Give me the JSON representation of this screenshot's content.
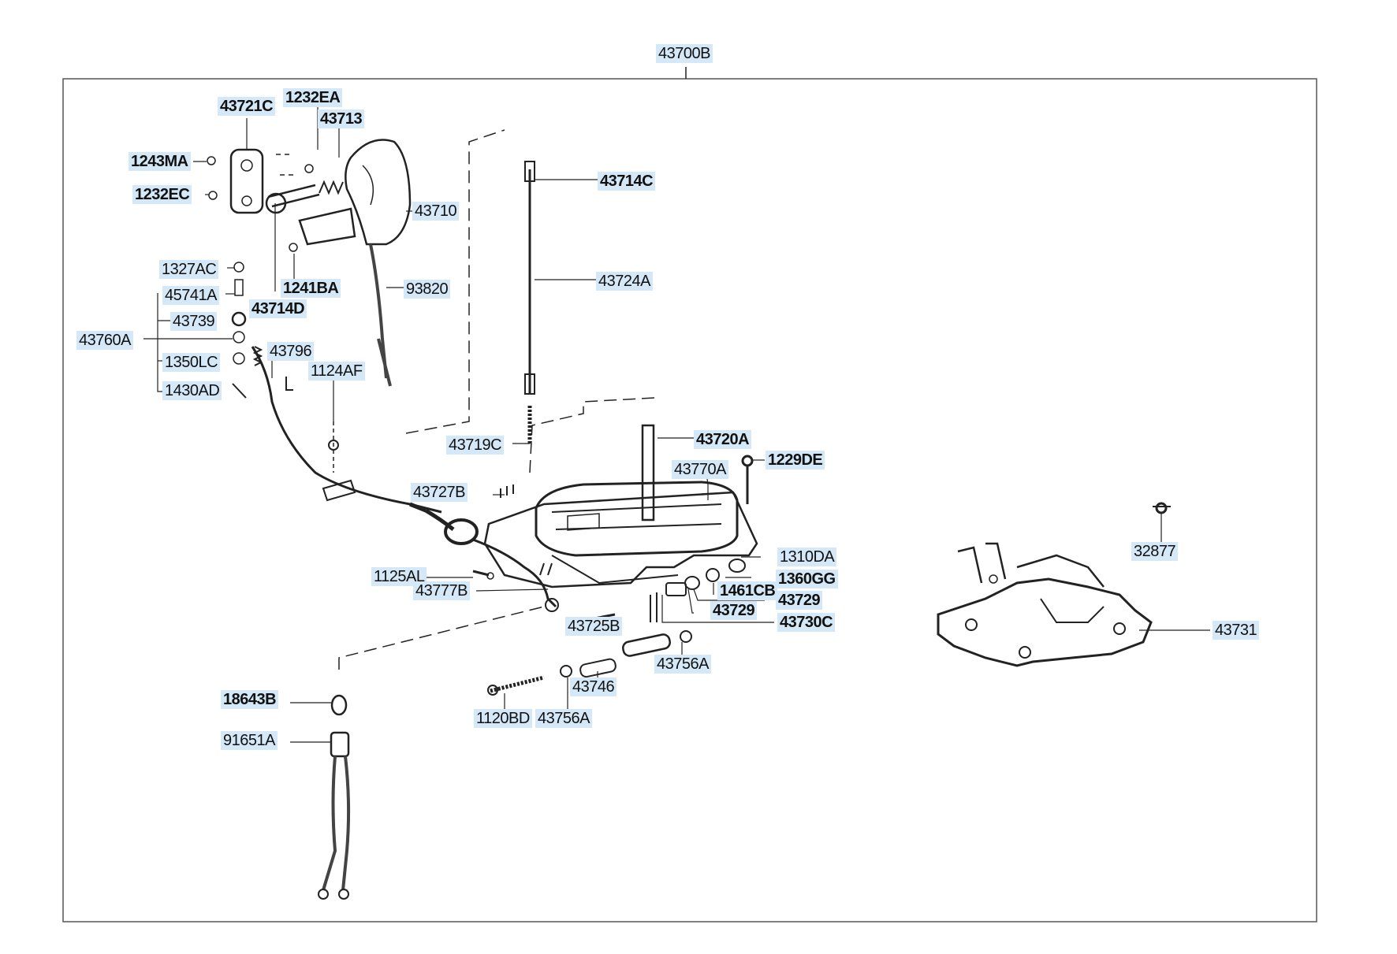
{
  "assembly": {
    "label": "43700B"
  },
  "parts": {
    "p43721C": "43721C",
    "p1232EA": "1232EA",
    "p43713": "43713",
    "p1243MA": "1243MA",
    "p1232EC": "1232EC",
    "p43710": "43710",
    "p43714C": "43714C",
    "p43724A": "43724A",
    "p93820": "93820",
    "p1327AC": "1327AC",
    "p45741A": "45741A",
    "p1241BA": "1241BA",
    "p43714D": "43714D",
    "p43739": "43739",
    "p43760A": "43760A",
    "p43796": "43796",
    "p1350LC": "1350LC",
    "p1124AF": "1124AF",
    "p1430AD": "1430AD",
    "p43719C": "43719C",
    "p43720A": "43720A",
    "p43770A": "43770A",
    "p1229DE": "1229DE",
    "p43727B": "43727B",
    "p32877": "32877",
    "p1310DA": "1310DA",
    "p1125AL": "1125AL",
    "p1360GG": "1360GG",
    "p43777B": "43777B",
    "p1461CB": "1461CB",
    "p43729a": "43729",
    "p43729b": "43729",
    "p43730C": "43730C",
    "p43725B": "43725B",
    "p43731": "43731",
    "p43756Aa": "43756A",
    "p43746": "43746",
    "p18643B": "18643B",
    "p1120BD": "1120BD",
    "p43756Ab": "43756A",
    "p91651A": "91651A"
  }
}
